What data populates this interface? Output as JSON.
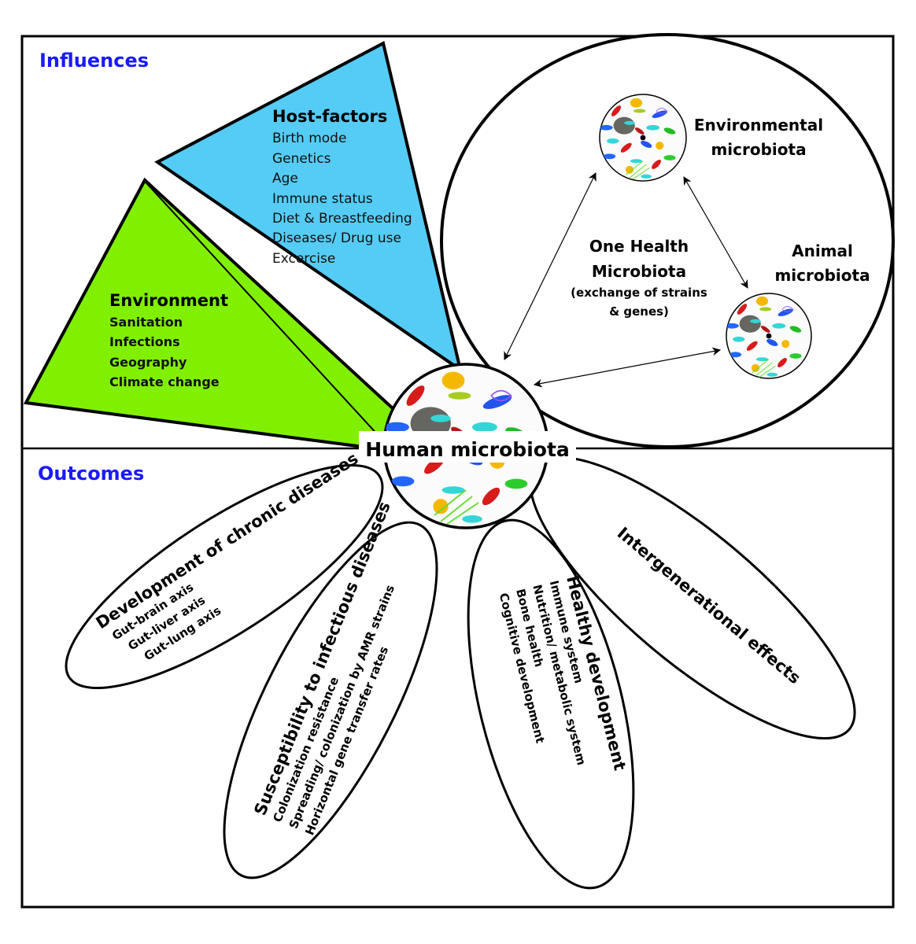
{
  "sections": {
    "influences": "Influences",
    "outcomes": "Outcomes"
  },
  "influences": {
    "host_factors": {
      "title": "Host-factors",
      "items": [
        "Birth mode",
        "Genetics",
        "Age",
        "Immune status",
        "Diet & Breastfeeding",
        "Diseases/ Drug use",
        "Excercise"
      ]
    },
    "environment": {
      "title": "Environment",
      "items": [
        "Sanitation",
        "Infections",
        "Geography",
        "Climate change"
      ]
    }
  },
  "one_health": {
    "title_line1": "One Health",
    "title_line2": "Microbiota",
    "subtitle_line1": "(exchange of strains",
    "subtitle_line2": "& genes)",
    "environmental": {
      "line1": "Environmental",
      "line2": "microbiota"
    },
    "animal": {
      "line1": "Animal",
      "line2": "microbiota"
    }
  },
  "center": {
    "label": "Human microbiota"
  },
  "outcomes": {
    "chronic": {
      "title": "Development of chronic diseases",
      "items": [
        "Gut-brain axis",
        "Gut-liver axis",
        "Gut-lung axis"
      ]
    },
    "infectious": {
      "title": "Susceptibility to infectious diseases",
      "items": [
        "Colonization resistance",
        "Spreading/ colonization by AMR strains",
        "Horizontal gene transfer rates"
      ]
    },
    "healthy": {
      "title": "Healthy development",
      "items": [
        "Immune system",
        "Nutrition/ metabolic system",
        "Bone health",
        "Cognitive development"
      ]
    },
    "intergenerational": {
      "title": "Intergenerational effects"
    }
  },
  "colors": {
    "host_factors_fill": "#55CCF5",
    "environment_fill": "#80F000",
    "section_title": "#1A1AFF",
    "outline": "#000000"
  }
}
